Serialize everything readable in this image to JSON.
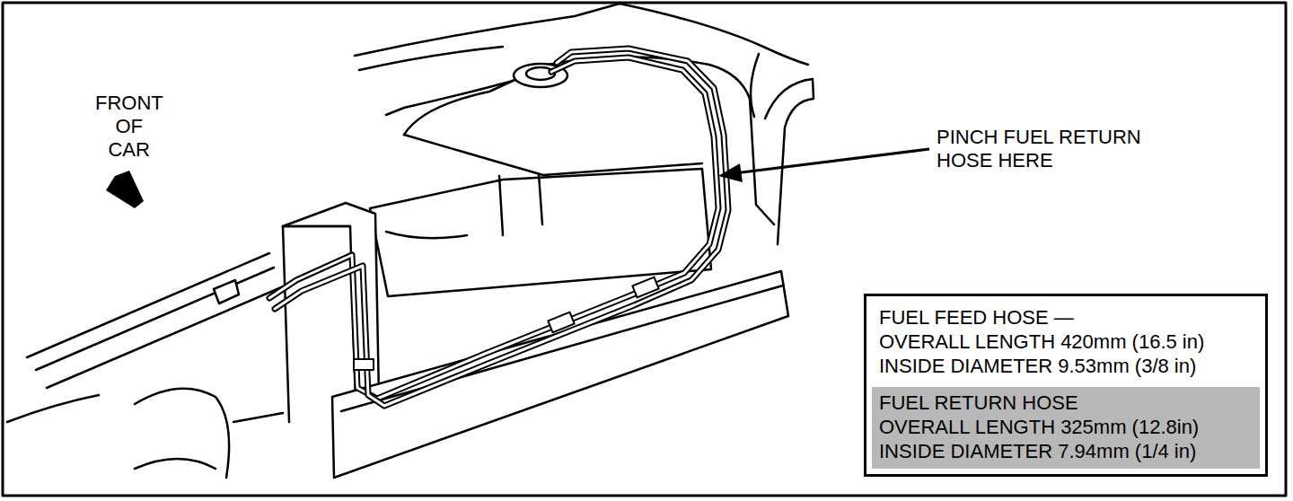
{
  "diagram": {
    "nodes": [
      {
        "text": [
          "FUEL FEED HOSE —",
          "OVERALL LENGTH 420mm (16.5 in) INSIDE DIAMETER 9.53mm (3/8 in)"
        ]
      },
      {
        "text": [
          "FUEL RETURN HOSE",
          "OVERALL LENGTH 325mm (12.8in) INSIDE DIAMETER 7.94mm (1/4 in)"
        ],
        "in": 0
      }
    ],
    "labels": [
      "FRONT OF CAR",
      "PINCH FUEL RETURN HOSE HERE"
    ]
  }
}
